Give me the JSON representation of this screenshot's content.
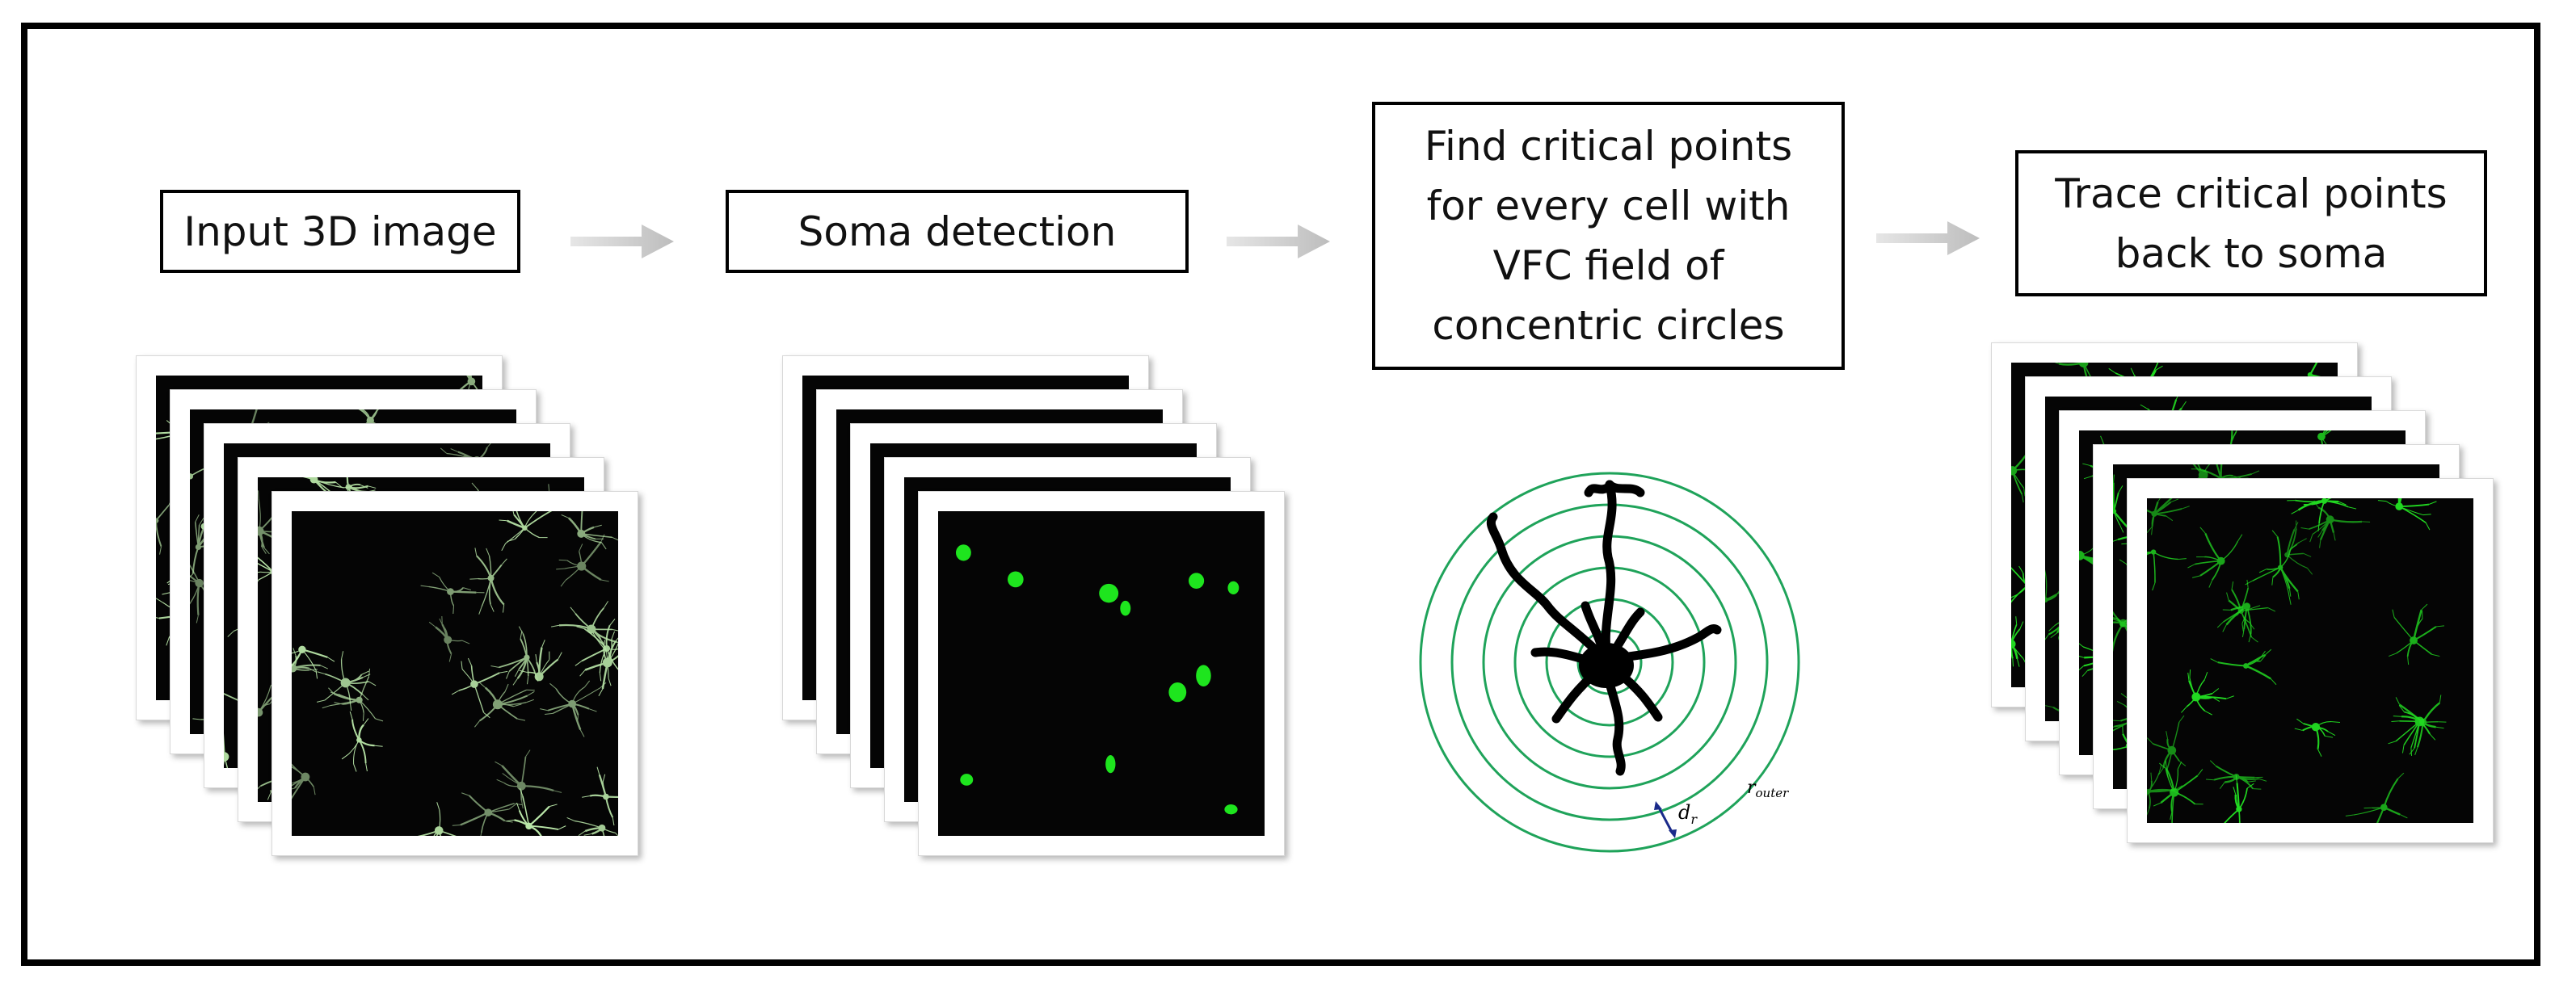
{
  "stages": {
    "input": {
      "label": "Input 3D image"
    },
    "soma": {
      "label": "Soma detection"
    },
    "critical": {
      "lines": [
        "Find critical points",
        "for every cell with",
        "VFC field of",
        "concentric circles"
      ]
    },
    "trace": {
      "lines": [
        "Trace critical points",
        "back to soma"
      ]
    }
  },
  "diagram": {
    "label_outer": "r",
    "label_outer_sub": "outer",
    "label_dr": "d",
    "label_dr_sub": "r",
    "ring_count": 6
  },
  "colors": {
    "ring": "#1fa35a",
    "neuron": "#000000",
    "microglia_raw": "#b9e6a8",
    "soma_green": "#1ee51e",
    "trace_green": "#22dd22",
    "arrow": "#c8c8c8",
    "dr_arrow": "#1a2a8a"
  }
}
